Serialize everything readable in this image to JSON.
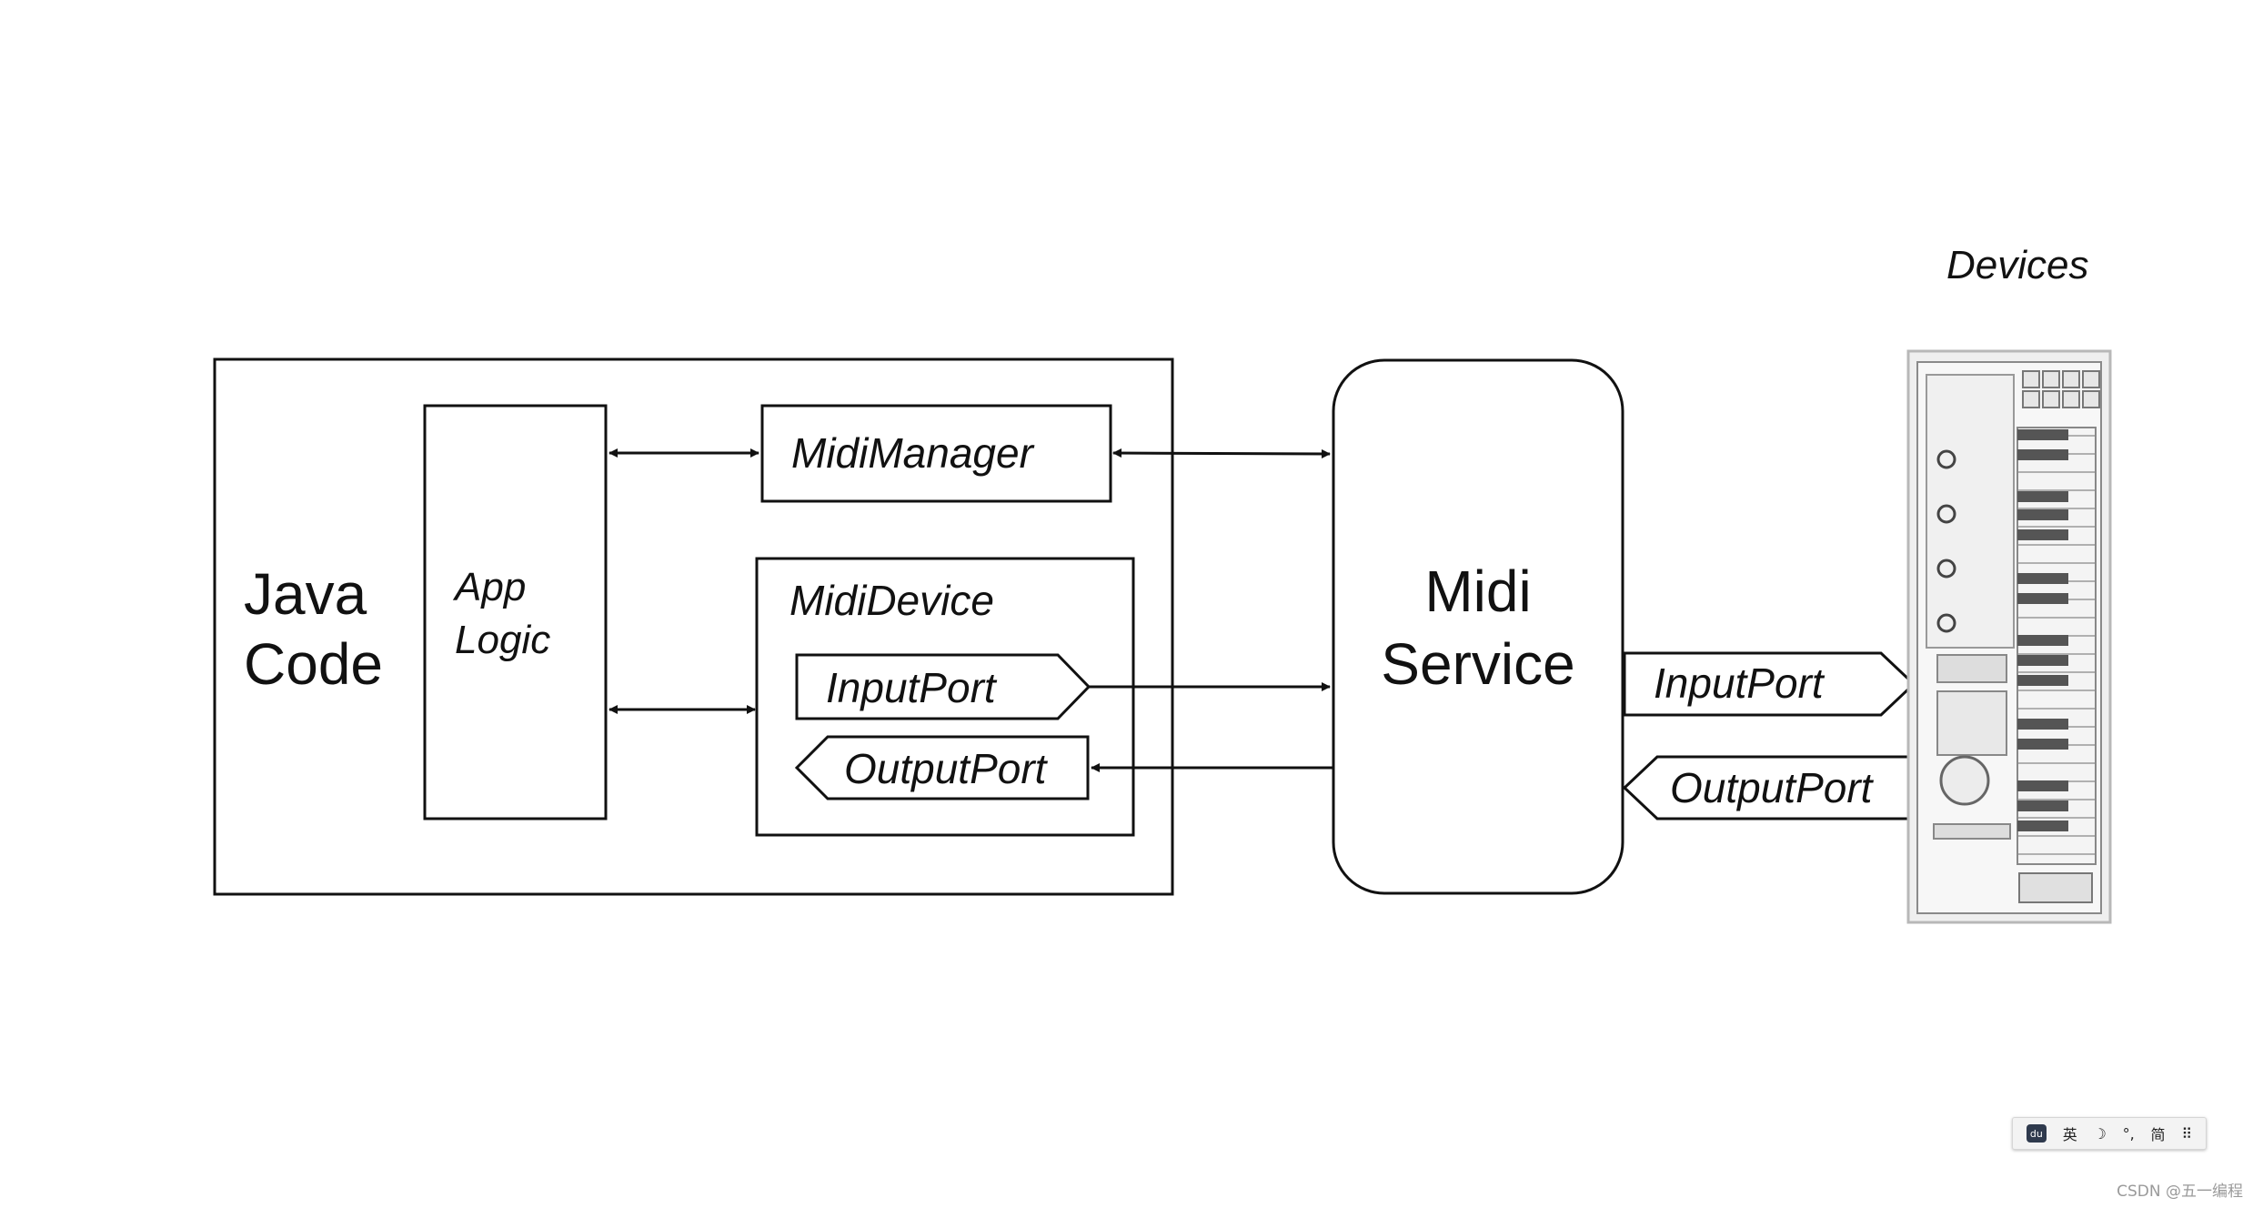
{
  "diagram": {
    "devices_caption": "Devices",
    "java_code": {
      "line1": "Java",
      "line2": "Code"
    },
    "app_logic": {
      "line1": "App",
      "line2": "Logic"
    },
    "midi_manager": "MidiManager",
    "midi_device": "MidiDevice",
    "device_input_port": "InputPort",
    "device_output_port": "OutputPort",
    "midi_service": {
      "line1": "Midi",
      "line2": "Service"
    },
    "service_input_port": "InputPort",
    "service_output_port": "OutputPort"
  },
  "ime_toolbar": {
    "logo": "du",
    "lang": "英",
    "moon": "☽",
    "punct": "°,",
    "simplified": "简",
    "grid": "⠿"
  },
  "watermark": "CSDN @五一编程"
}
